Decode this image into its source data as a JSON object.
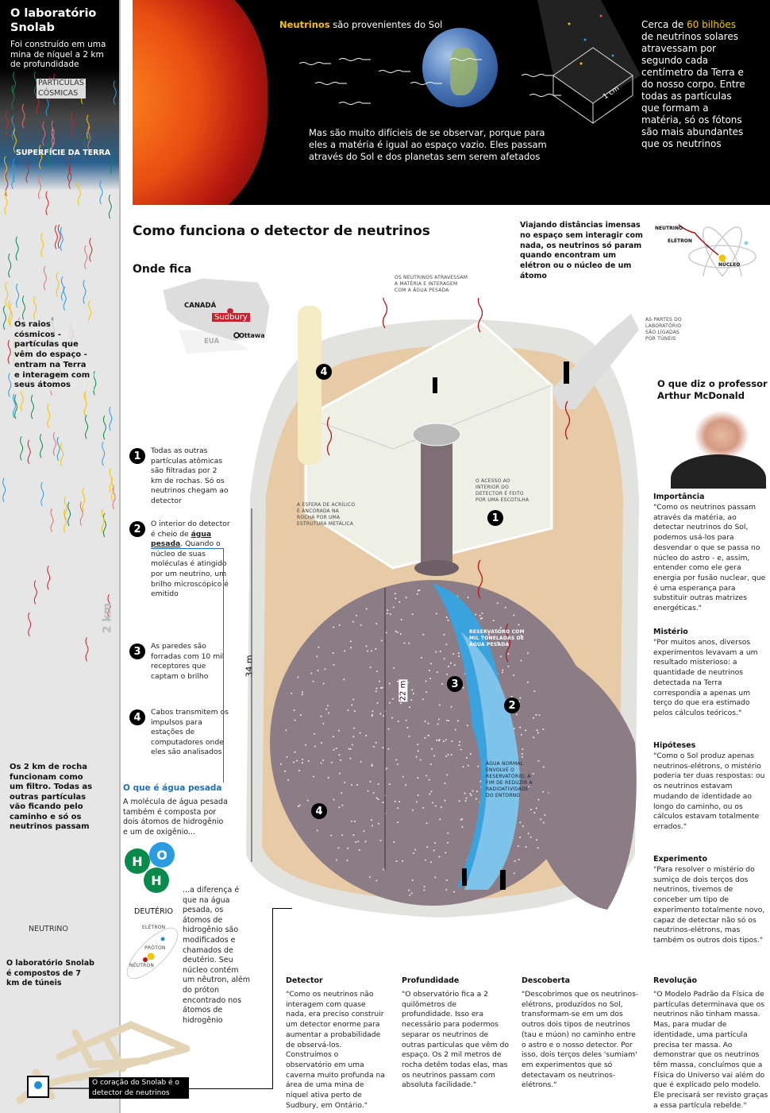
{
  "left": {
    "title": "O laboratório Snolab",
    "subtitle": "Foi construído em uma mina de níquel a 2 km de profundidade",
    "cosmic_label": "PARTÍCULAS CÓSMICAS",
    "surface_label": "SUPERFÍCIE DA TERRA",
    "cosmic_text": "Os raios cósmicos - partículas que vêm do espaço - entram na Terra e interagem com seus átomos",
    "depth_label": "2 km",
    "filter_text": "Os 2 km de rocha funcionam como um filtro. Todas as outras partículas vão ficando pelo caminho e só os neutrinos passam",
    "neutrino_label": "NEUTRINO",
    "tunnels_text": "O laboratório Snolab é compostos de 7 km de túneis",
    "heart_label": "O coração do Snolab é o detector de neutrinos"
  },
  "banner": {
    "sun_prefix": "Neutrinos",
    "sun_text": " são provenientes do Sol",
    "hard_text": "Mas são muito difícieis de se observar, porque para eles a matéria é igual ao espaço vazio. Eles passam através do Sol e dos planetas sem serem afetados",
    "cube_label": "1 cm",
    "count_prefix": "Cerca de ",
    "count_highlight": "60 bilhões",
    "count_text": "de neutrinos solares atravessam por segundo cada centímetro da Terra e do nosso corpo. Entre todas as partículas que formam a matéria, só os fótons são mais abundantes que os neutrinos"
  },
  "main": {
    "title": "Como funciona o detector de neutrinos",
    "where_title": "Onde fica",
    "map": {
      "canada": "CANADÁ",
      "usa": "EUA",
      "city": "Sudbury",
      "capital": "Ottawa"
    },
    "travel_text": "Viajando distâncias imensas no espaço sem interagir com nada, os neutrinos só param quando encontram um elétron ou o núcleo de um átomo",
    "atom": {
      "neutrino": "NEUTRINO",
      "electron": "ELÉTRON",
      "nucleus": "NÚCLEO"
    },
    "steps": [
      {
        "n": "1",
        "text": "Todas as outras partículas atômicas são filtradas por 2 km de rochas. Só os neutrinos chegam ao detector"
      },
      {
        "n": "2",
        "pre": "O interior do detector é cheio de ",
        "bold": "água pesada",
        "post": ". Quando o núcleo de suas moléculas é atingido por um neutrino, um brilho microscópico é emitido"
      },
      {
        "n": "3",
        "text": "As paredes são forradas com 10 mil receptores que captam o brilho"
      },
      {
        "n": "4",
        "text": "Cabos transmitem os impulsos para estações de computadores onde eles são analisados"
      }
    ],
    "heavy_water": {
      "title": "O que é água pesada",
      "text": "A molécula de água pesada também é composta por dois átomos de hidrogênio e um de oxigênio...",
      "h": "H",
      "o": "O",
      "deuterium": "DEUTÉRIO",
      "electron": "ELÉTRON",
      "proton": "PRÓTON",
      "neutron": "NÊUTRON",
      "diff_text": "...a diferença é que na água pesada, os átomos de hidrogênio são modificados e chamados de deutério. Seu núcleo contém um nêutron, além do próton encontrado nos átomos de hidrogênio"
    },
    "diagram": {
      "cross_label": "OS NEUTRINOS ATRAVESSAM A MATÉRIA E INTERAGEM COM A ÁGUA PESADA",
      "tunnels_label": "AS PARTES DO LABORATÓRIO SÃO LIGADAS POR TÚNEIS",
      "hatch_label": "O ACESSO AO INTERIOR DO DETECTOR É FEITO POR UMA ESCOTILHA",
      "sphere_label": "A ESFERA DE ACRÍLICO É ANCORADA NA ROCHA POR UMA ESTRUTURA METÁLICA",
      "reservoir_label": "RESERVATÓRO COM MIL TONELADAS DE ÁGUA PESADA",
      "normal_water_label": "ÁGUA NORMAL ENVOLVE O RESERVATÓRIO, A FIM DE REDUZIR A RADIOATIVIDADE DO ENTORNO",
      "height_outer": "34 m",
      "height_inner": "22 m",
      "markers": [
        "1",
        "2",
        "3",
        "4",
        "4"
      ]
    }
  },
  "professor": {
    "title": "O que diz o professor Arthur McDonald",
    "quotes": [
      {
        "h": "Importância",
        "t": "\"Como os neutrinos passam através da matéria, ao detectar neutrinos do Sol, podemos usá-los para desvendar o que se passa no núcleo do astro - e, assim, entender como ele gera energia por fusão nuclear, que é uma esperança para substituir outras matrizes energéticas.\""
      },
      {
        "h": "Mistério",
        "t": "\"Por muitos anos, diversos experimentos levavam a um resultado misterioso: a quantidade de neutrinos detectada na Terra correspondia a apenas um terço do que era estimado pelos cálculos teóricos.\""
      },
      {
        "h": "Hipóteses",
        "t": "\"Como o Sol produz apenas neutrinos-elétrons, o mistério poderia ter duas respostas: ou os neutrinos estavam mudando de identidade ao longo do caminho, ou os cálculos estavam totalmente errados.\""
      },
      {
        "h": "Experimento",
        "t": "\"Para resolver o mistério do sumiço de dois terços dos neutrinos, tivemos de conceber um tipo de experimento totalmente novo, capaz de detectar não só os neutrinos-elétrons, mas também os outros dois tipos.\""
      }
    ],
    "bottom": [
      {
        "h": "Detector",
        "t": "\"Como os neutrinos não interagem com quase nada, era preciso construir um detector enorme para aumentar a probabilidade de observá-los. Construímos o observatório em uma caverna muito profunda na área de uma mina de níquel ativa perto de Sudbury, em Ontário.\""
      },
      {
        "h": "Profundidade",
        "t": "\"O observatório fica a 2 quilômetros de profundidade. Isso era necessário para podermos separar os neutrinos de outras partículas que vêm do espaço. Os 2 mil metros de rocha detêm todas elas, mas os neutrinos passam com absoluta facilidade.\""
      },
      {
        "h": "Descoberta",
        "t": "\"Descobrimos que os neutrinos-elétrons, produzidos no Sol, transformam-se em um dos outros dois tipos de neutrinos (tau e múon) no caminho entre o astro e o nosso detector. Por isso, dois terços deles 'sumiam' em experimentos que só detectavam os neutrinos-elétrons.\""
      },
      {
        "h": "Revolução",
        "t": "\"O Modelo Padrão da Física de partículas determinava que os neutrinos não tinham massa. Mas, para mudar de identidade, uma partícula precisa ter massa. Ao demonstrar que os neutrinos têm massa, concluímos que a Física do Universo vai além do que é explicado pelo modelo. Ele precisará ser revisto graças a essa partícula rebelde.\""
      }
    ]
  },
  "colors": {
    "highlight": "#f5c400",
    "water_blue": "#1f6fb5",
    "neutrino_red": "#c0272d",
    "h_green": "#0a8a4a",
    "o_blue": "#2a9be0"
  }
}
